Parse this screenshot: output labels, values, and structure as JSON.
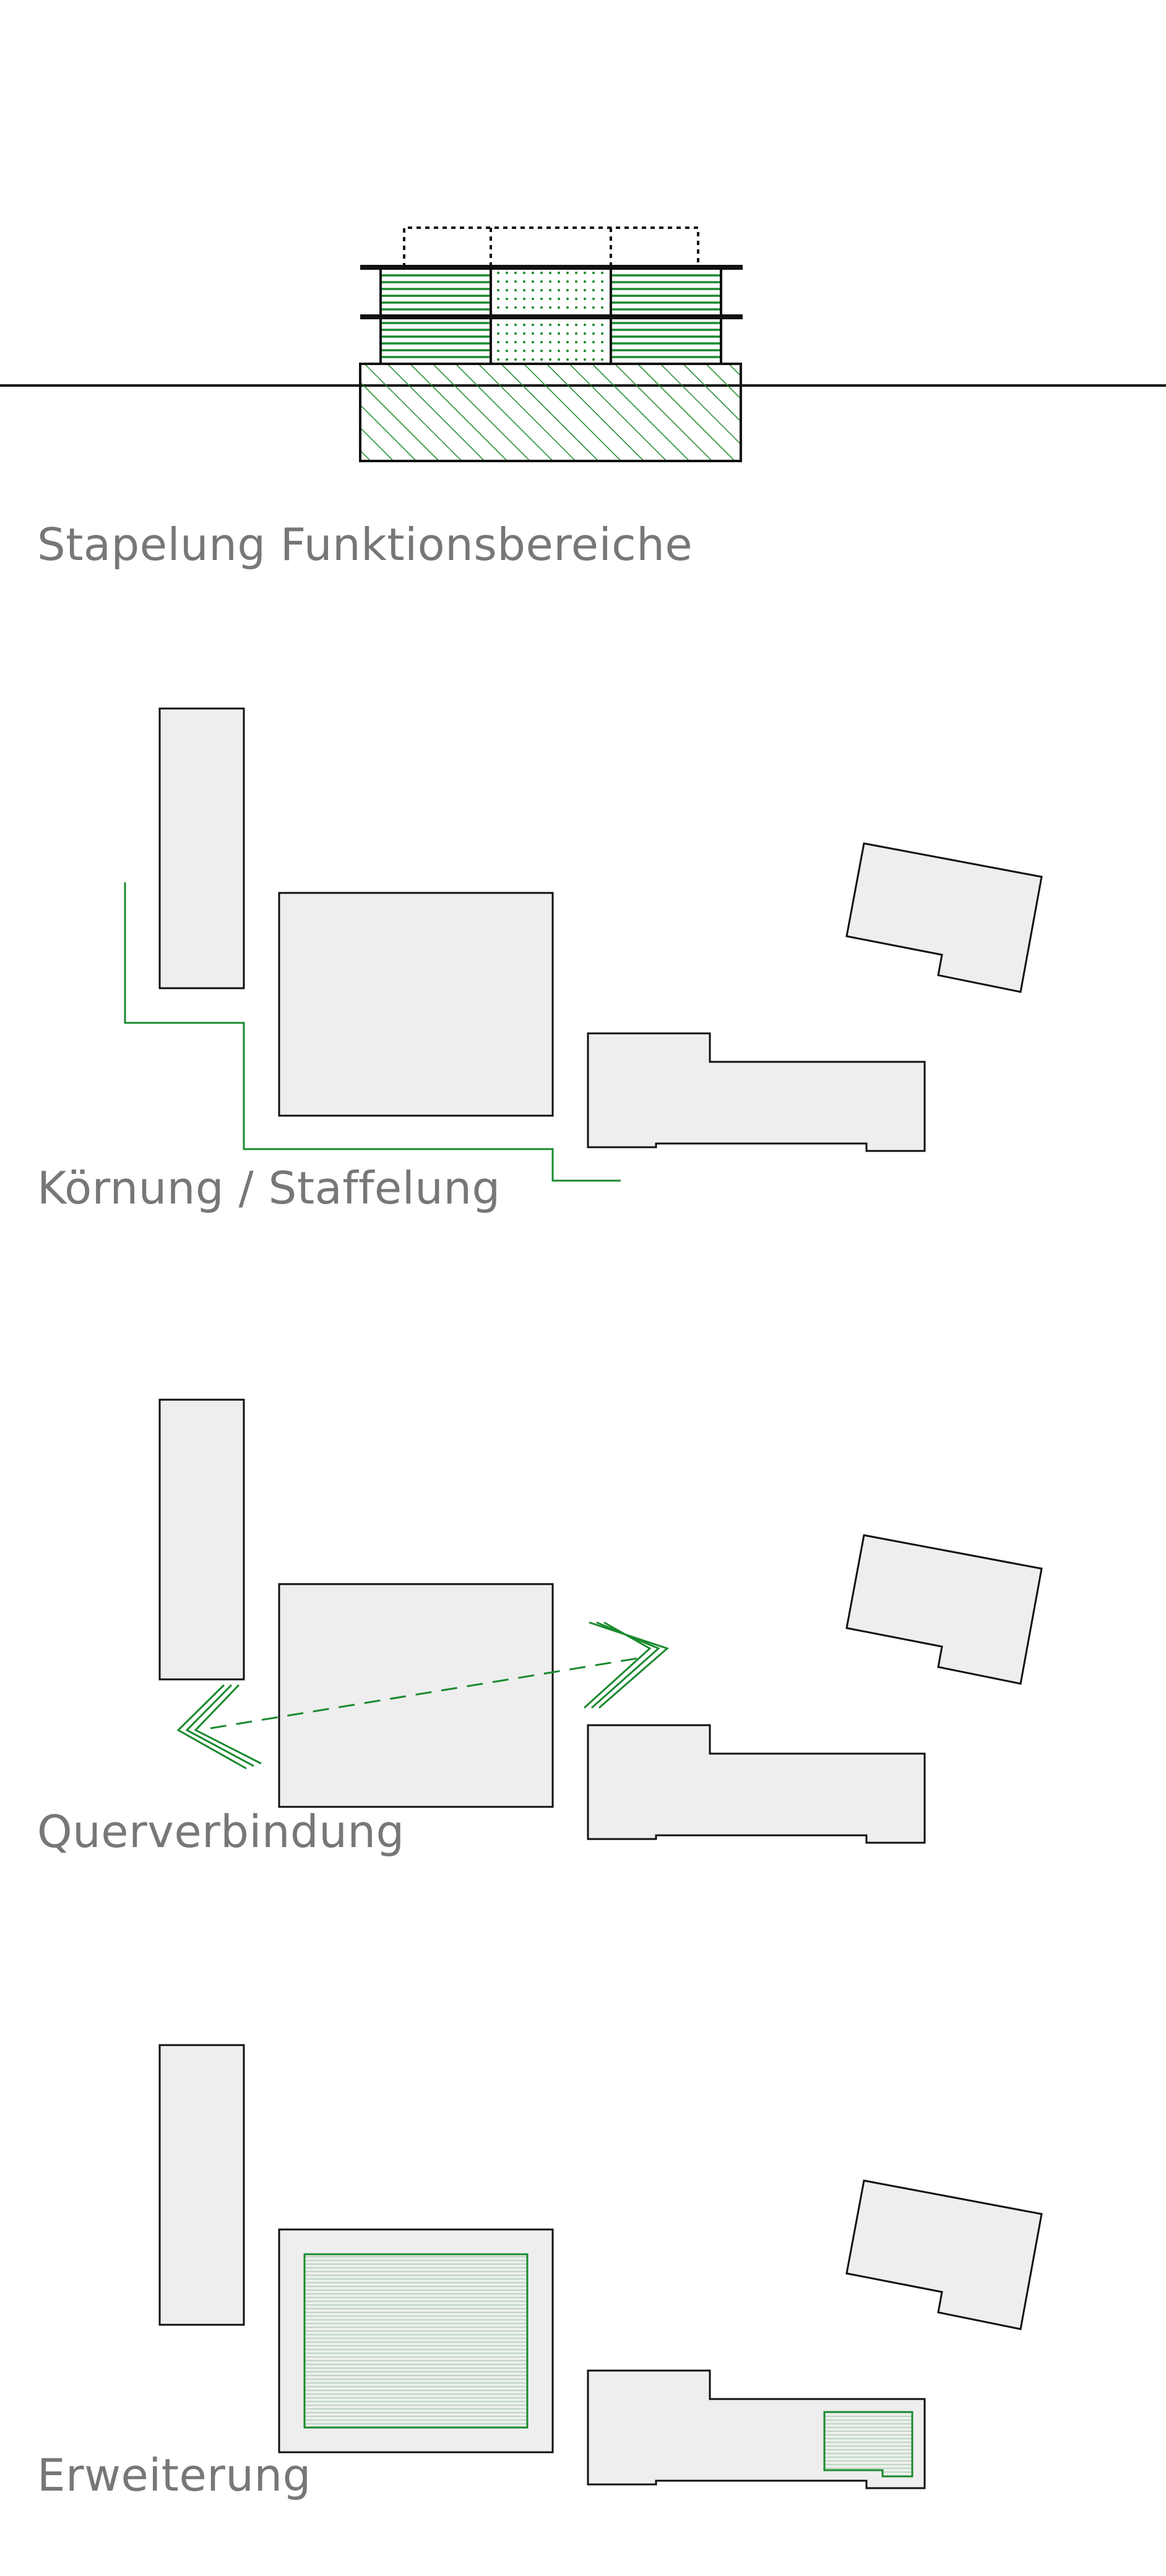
{
  "colors": {
    "accent_green": "#1a8a2e",
    "building_fill": "#eeeeee",
    "outline": "#111111",
    "caption_text": "#777777",
    "background": "#ffffff"
  },
  "panels": [
    {
      "caption": "Stapelung Funktionsbereiche"
    },
    {
      "caption": "Körnung / Staffelung"
    },
    {
      "caption": "Querverbindung"
    },
    {
      "caption": "Erweiterung"
    }
  ]
}
